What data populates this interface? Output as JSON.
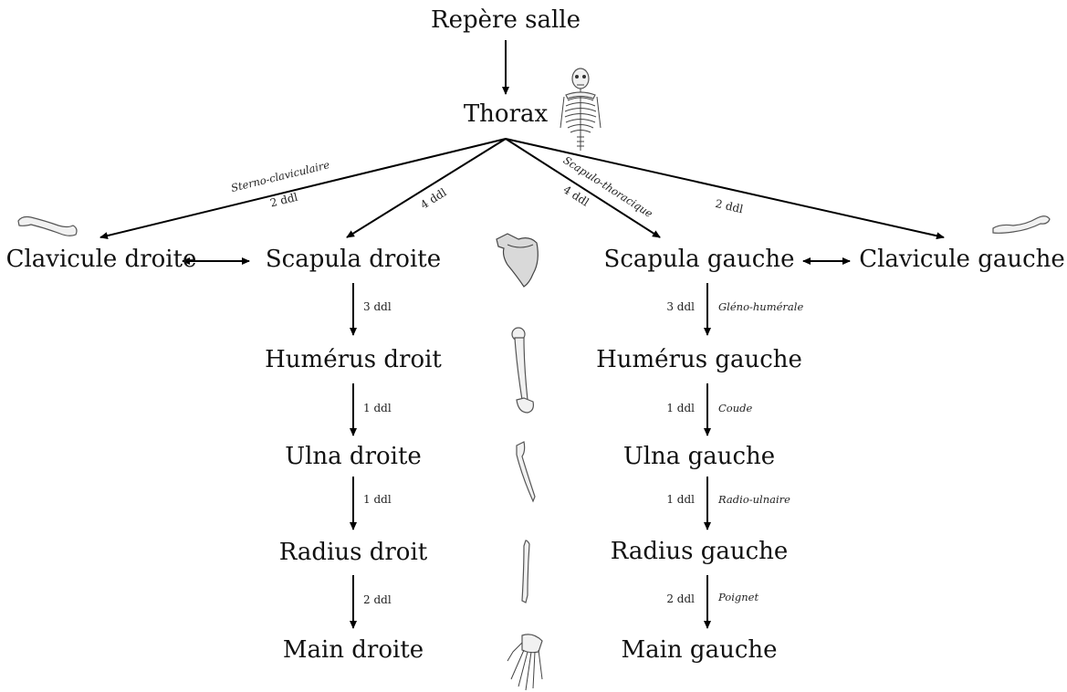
{
  "nodes": {
    "room": "Repère salle",
    "thorax": "Thorax",
    "clavicle_right": "Clavicule droite",
    "scapula_right": "Scapula droite",
    "scapula_left": "Scapula gauche",
    "clavicle_left": "Clavicule gauche",
    "humerus_right": "Humérus droit",
    "humerus_left": "Humérus gauche",
    "ulna_right": "Ulna droite",
    "ulna_left": "Ulna gauche",
    "radius_right": "Radius droit",
    "radius_left": "Radius gauche",
    "hand_right": "Main droite",
    "hand_left": "Main gauche"
  },
  "edges": {
    "thorax_clavicle_right": {
      "dof": "2 ddl",
      "joint": "Sterno-claviculaire"
    },
    "thorax_scapula_right": {
      "dof": "4 ddl"
    },
    "thorax_scapula_left": {
      "dof": "4 ddl",
      "joint": "Scapulo-thoracique"
    },
    "thorax_clavicle_left": {
      "dof": "2 ddl"
    },
    "scapula_humerus_right": {
      "dof": "3 ddl"
    },
    "humerus_ulna_right": {
      "dof": "1 ddl"
    },
    "ulna_radius_right": {
      "dof": "1 ddl"
    },
    "radius_hand_right": {
      "dof": "2 ddl"
    },
    "scapula_humerus_left": {
      "dof": "3 ddl",
      "joint": "Gléno-humérale"
    },
    "humerus_ulna_left": {
      "dof": "1 ddl",
      "joint": "Coude"
    },
    "ulna_radius_left": {
      "dof": "1 ddl",
      "joint": "Radio-ulnaire"
    },
    "radius_hand_left": {
      "dof": "2 ddl",
      "joint": "Poignet"
    }
  },
  "icons": [
    "skeleton-icon",
    "clavicle-icon",
    "scapula-icon",
    "humerus-icon",
    "ulna-icon",
    "radius-icon",
    "hand-icon"
  ]
}
